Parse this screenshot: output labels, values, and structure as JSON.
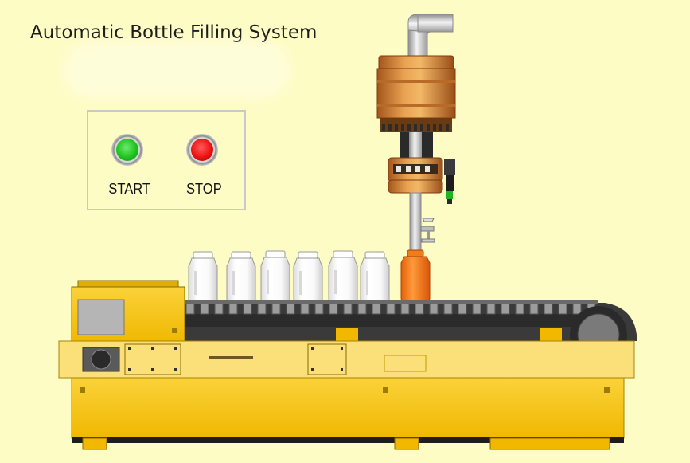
{
  "title": "Automatic Bottle Filling System",
  "controls": {
    "start_label": "START",
    "stop_label": "STOP"
  },
  "colors": {
    "background": "#fefcc5",
    "start_lamp": "#1cc41c",
    "stop_lamp": "#ee1111",
    "machine_body": "#f5c400",
    "filled_bottle": "#f47a14",
    "empty_bottle": "#ffffff",
    "filler_head": "#d98a3a"
  },
  "icons": {
    "start": "green-indicator-lamp",
    "stop": "red-indicator-lamp"
  }
}
